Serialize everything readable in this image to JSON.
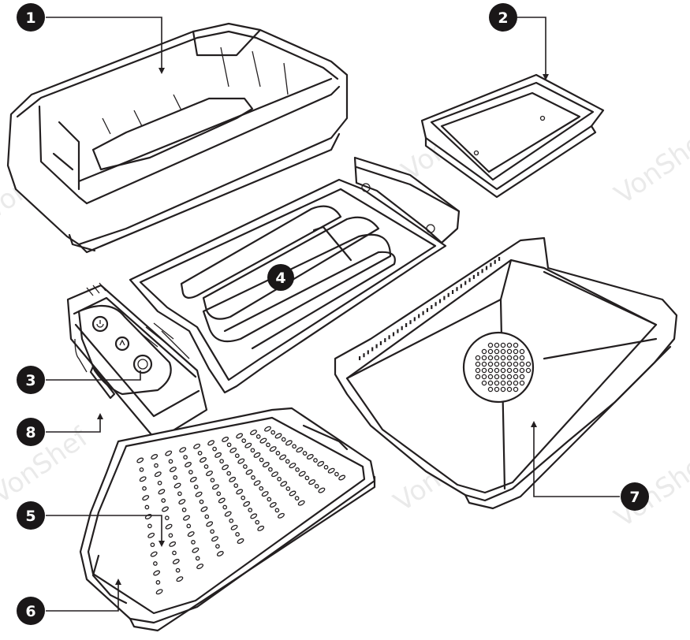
{
  "callouts": [
    {
      "number": "1"
    },
    {
      "number": "2"
    },
    {
      "number": "3"
    },
    {
      "number": "4"
    },
    {
      "number": "5"
    },
    {
      "number": "6"
    },
    {
      "number": "7"
    },
    {
      "number": "8"
    }
  ],
  "watermark": "VonShef",
  "colors": {
    "line": "#231f20",
    "callout_fill": "#1a1718",
    "callout_text": "#ffffff",
    "watermark": "#d9d9d9"
  }
}
